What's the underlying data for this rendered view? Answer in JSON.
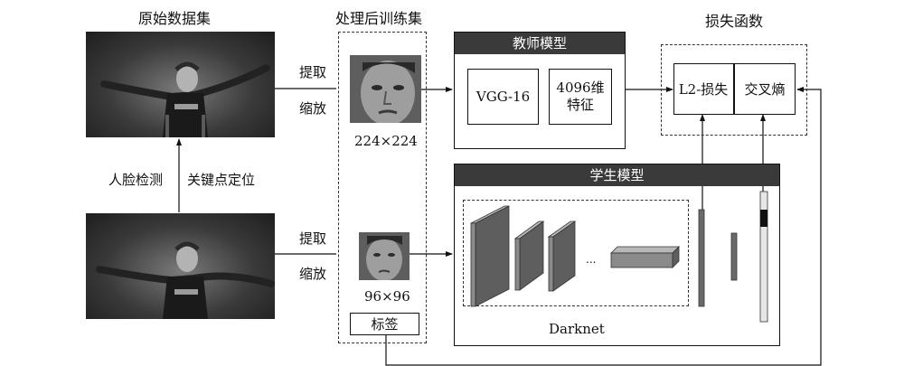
{
  "titles": {
    "original_dataset": "原始数据集",
    "processed_train_set": "处理后训练集",
    "loss_function": "损失函数"
  },
  "side_labels": {
    "face_detection": "人脸检测",
    "keypoint_localization": "关键点定位"
  },
  "ops": {
    "extract_top": "提取",
    "scale_top": "缩放",
    "extract_bottom": "提取",
    "scale_bottom": "缩放"
  },
  "sizes": {
    "large_face": "224×224",
    "small_face": "96×96"
  },
  "label_box": "标签",
  "teacher": {
    "title": "教师模型",
    "net": "VGG-16",
    "feature_line1": "4096维",
    "feature_line2": "特征"
  },
  "student": {
    "title": "学生模型",
    "net_name": "Darknet",
    "ellipsis": "..."
  },
  "loss": {
    "l2": "L2-损失",
    "cross_entropy": "交叉熵"
  },
  "colors": {
    "header_bg": "#3a3a3a",
    "block_face": "#8a8a8a",
    "block_top": "#b8b8b8",
    "block_side": "#5e5e5e"
  }
}
